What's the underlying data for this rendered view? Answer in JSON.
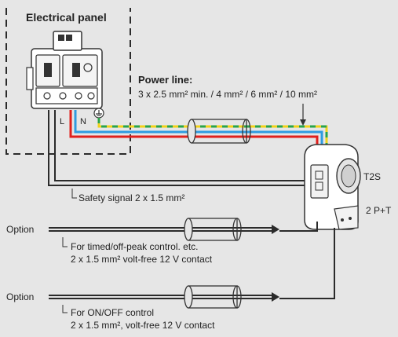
{
  "colors": {
    "background": "#e6e6e6",
    "live_wire": "#e0201c",
    "neutral_wire": "#2f9be0",
    "earth_wire_yellow": "#f2d21a",
    "earth_wire_green": "#2aa44a",
    "cable": "#2b2b2b",
    "text": "#222222"
  },
  "panel": {
    "title": "Electrical panel"
  },
  "terminals": {
    "live": "L",
    "neutral": "N",
    "earth_icon": "earth-ground-icon"
  },
  "power_line": {
    "title": "Power line:",
    "spec": "3 x 2.5 mm² min. / 4 mm² / 6 mm² / 10 mm²"
  },
  "safety_signal": {
    "label": "Safety signal 2 x 1.5 mm²"
  },
  "device": {
    "label": "T2S",
    "socket_label": "2 P+T"
  },
  "option1": {
    "label": "Option",
    "line1": "For timed/off-peak control. etc.",
    "line2": "2 x 1.5 mm² volt-free 12 V contact"
  },
  "option2": {
    "label": "Option",
    "line1": "For ON/OFF control",
    "line2": "2 x 1.5 mm², volt-free 12 V contact"
  }
}
